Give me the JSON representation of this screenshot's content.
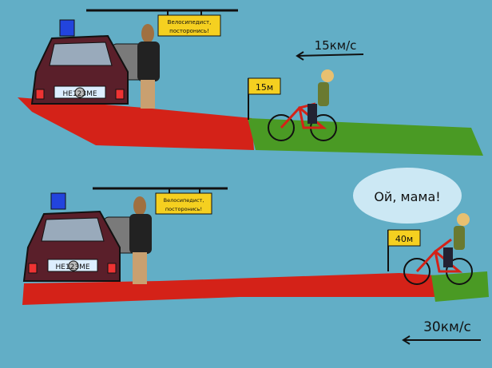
{
  "panels": [
    {
      "sign": [
        "Велосипедист,",
        "посторонись!"
      ],
      "plate": "НЕ123МЕ",
      "distance": "15м",
      "speed": "15км/с"
    },
    {
      "sign": [
        "Велосипедист,",
        "посторонись!"
      ],
      "plate": "НЕ123МЕ",
      "distance": "40м",
      "speed": "30км/с",
      "speech": "Ой, мама!"
    }
  ],
  "colors": {
    "sky": "#62aec6",
    "road": "#d42218",
    "grass": "#4a9a24",
    "car": "#5a1f2a",
    "sign": "#f5d020"
  }
}
